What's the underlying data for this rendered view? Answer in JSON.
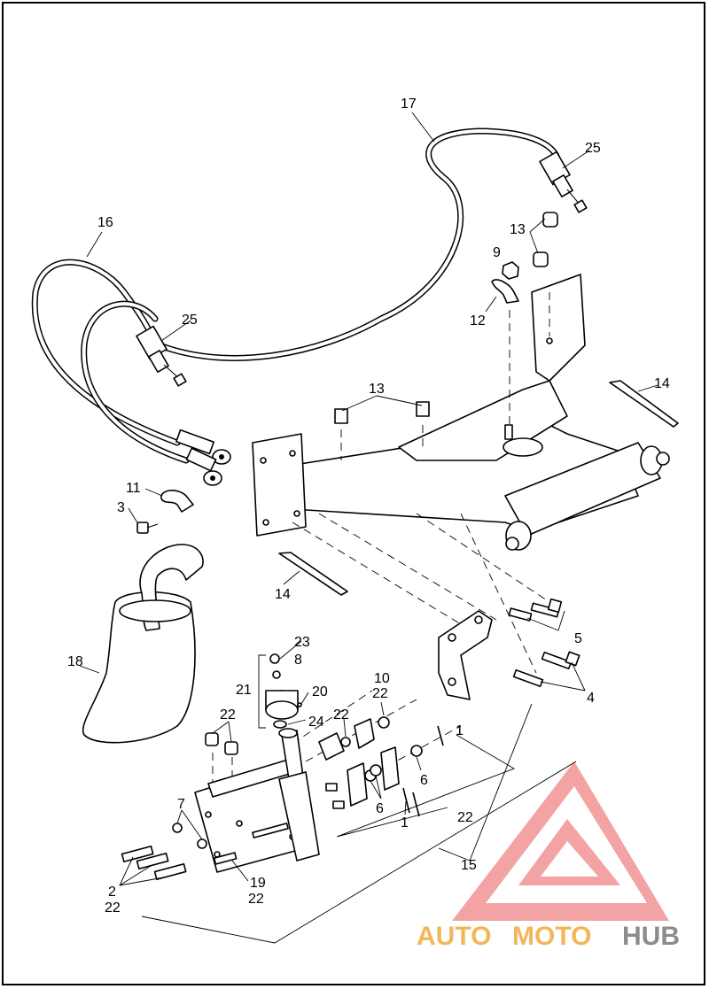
{
  "callouts": [
    {
      "id": "c17",
      "text": "17"
    },
    {
      "id": "c25a",
      "text": "25"
    },
    {
      "id": "c16",
      "text": "16"
    },
    {
      "id": "c13a",
      "text": "13"
    },
    {
      "id": "c9",
      "text": "9"
    },
    {
      "id": "c12",
      "text": "12"
    },
    {
      "id": "c25b",
      "text": "25"
    },
    {
      "id": "c13b",
      "text": "13"
    },
    {
      "id": "c14a",
      "text": "14"
    },
    {
      "id": "c11",
      "text": "11"
    },
    {
      "id": "c3",
      "text": "3"
    },
    {
      "id": "c14b",
      "text": "14"
    },
    {
      "id": "c5",
      "text": "5"
    },
    {
      "id": "c23",
      "text": "23"
    },
    {
      "id": "c8",
      "text": "8"
    },
    {
      "id": "c18",
      "text": "18"
    },
    {
      "id": "c21",
      "text": "21"
    },
    {
      "id": "c20",
      "text": "20"
    },
    {
      "id": "c10",
      "text": "10"
    },
    {
      "id": "c22a",
      "text": "22"
    },
    {
      "id": "c4",
      "text": "4"
    },
    {
      "id": "c24",
      "text": "24"
    },
    {
      "id": "c22b",
      "text": "22"
    },
    {
      "id": "c22c",
      "text": "22"
    },
    {
      "id": "c1a",
      "text": "1"
    },
    {
      "id": "c6a",
      "text": "6"
    },
    {
      "id": "c7",
      "text": "7"
    },
    {
      "id": "c6b",
      "text": "6"
    },
    {
      "id": "c1b",
      "text": "1"
    },
    {
      "id": "c22d",
      "text": "22"
    },
    {
      "id": "c15",
      "text": "15"
    },
    {
      "id": "c2",
      "text": "2"
    },
    {
      "id": "c22e",
      "text": "22"
    },
    {
      "id": "c19",
      "text": "19"
    },
    {
      "id": "c22f",
      "text": "22"
    }
  ],
  "watermark": {
    "part1": "AUTO",
    "part2": "MOTO",
    "part3": "HUB",
    "color_orange": "#f2b75a",
    "color_gray": "#8c8c8c",
    "color_red": "#f08c8c"
  }
}
